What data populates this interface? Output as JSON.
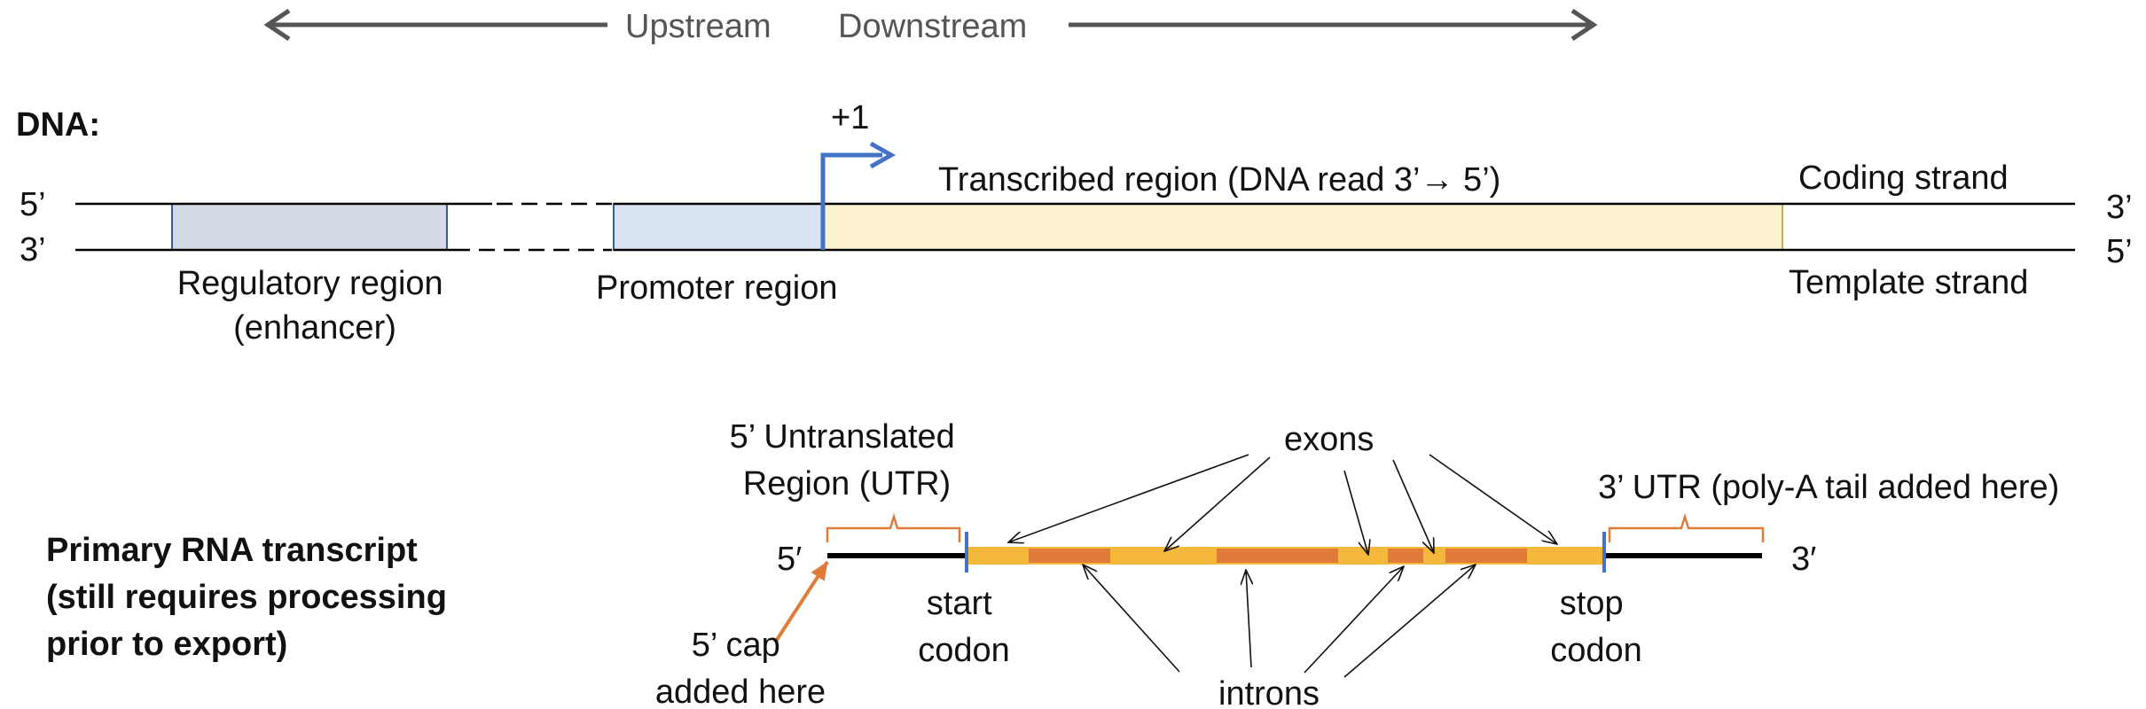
{
  "direction": {
    "upstream": "Upstream",
    "downstream": "Downstream"
  },
  "dna": {
    "title": "DNA:",
    "top_left_end": "5’",
    "bottom_left_end": "3’",
    "top_right_end": "3’",
    "bottom_right_end": "5’",
    "tss_label": "+1",
    "transcribed_region": "Transcribed region (DNA read 3’→ 5’)",
    "coding_strand": "Coding strand",
    "template_strand": "Template strand",
    "regulatory_region_line1": "Regulatory region",
    "regulatory_region_line2": "(enhancer)",
    "promoter_region": "Promoter region"
  },
  "rna": {
    "title_line1": "Primary RNA transcript",
    "title_line2": "(still requires processing",
    "title_line3": "prior to export)",
    "five_prime": "5′",
    "three_prime": "3′",
    "utr5_line1": "5’ Untranslated",
    "utr5_line2": "Region (UTR)",
    "utr3": "3’ UTR (poly-A tail added here)",
    "exons": "exons",
    "introns": "introns",
    "start_line1": "start",
    "start_line2": "codon",
    "stop_line1": "stop",
    "stop_line2": "codon",
    "cap_line1": "5’ cap",
    "cap_line2": "added here"
  },
  "colors": {
    "arrow_gray": "#555555",
    "strand_line": "#000000",
    "regulatory_fill": "#d5dbe6",
    "promoter_fill": "#dae3f3",
    "box_outline": "#3b5ba5",
    "transcribed_fill": "#fdf2cf",
    "transcribed_outline": "#b8912a",
    "tss_arrow": "#4472c4",
    "exon_yellow": "#f4b83c",
    "intron_orange": "#e07b39",
    "codon_marker": "#4472c4"
  }
}
